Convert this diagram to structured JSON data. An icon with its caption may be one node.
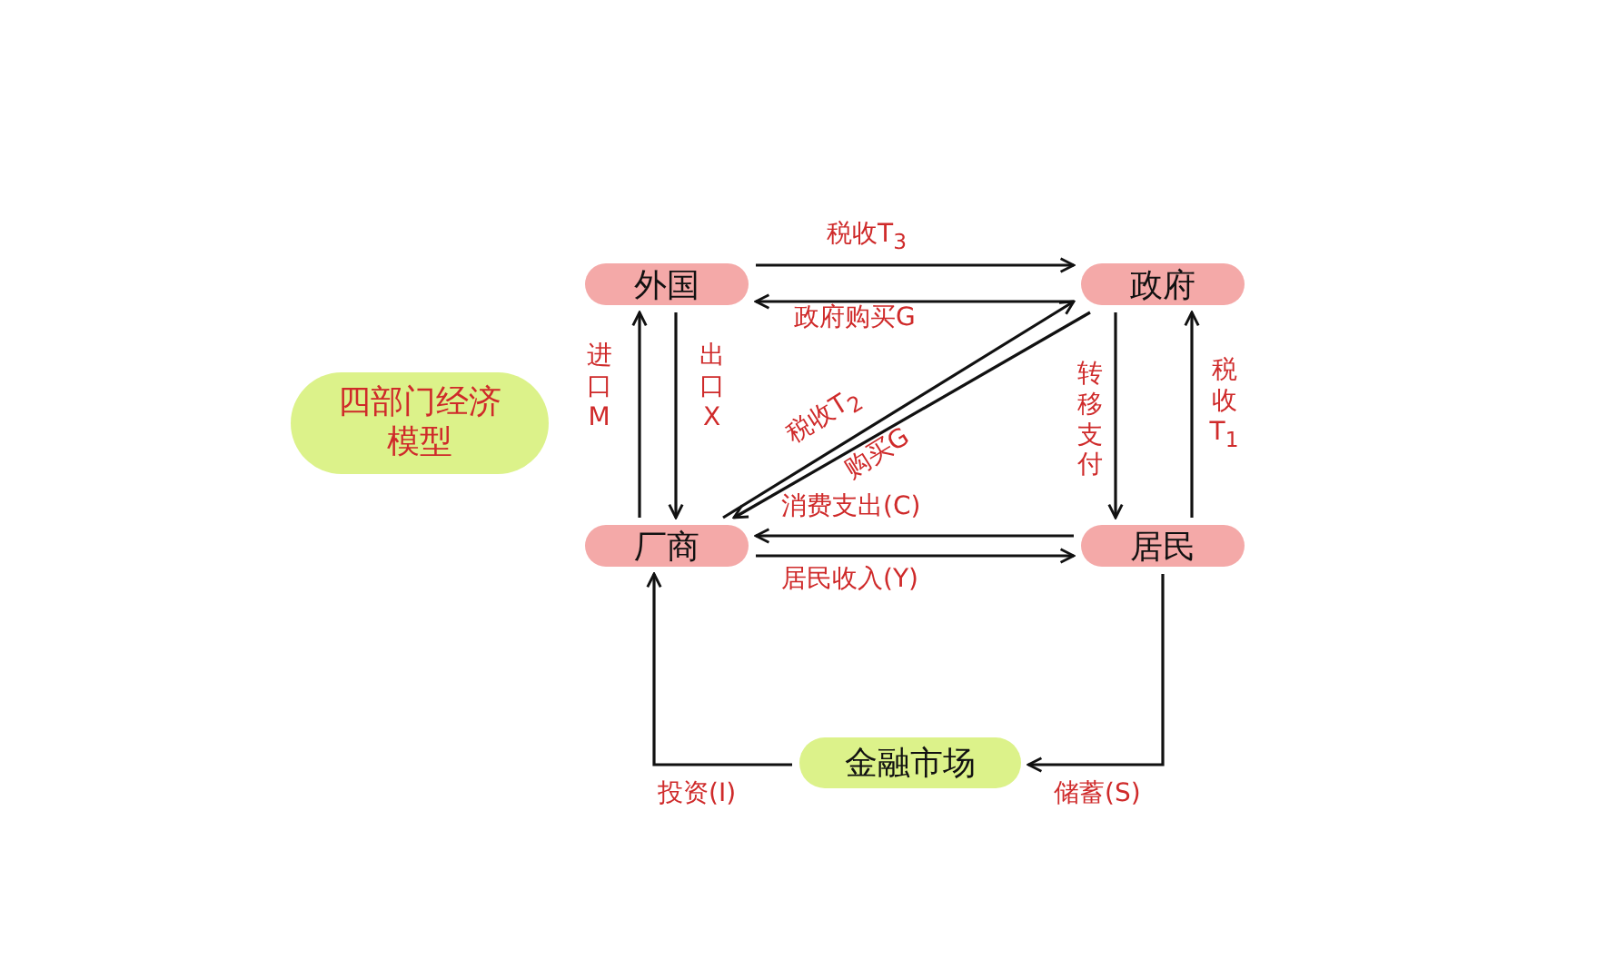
{
  "diagram": {
    "nodes": [
      {
        "text": [
          "外国"
        ]
      },
      {
        "text": [
          "政府"
        ]
      },
      {
        "text": [
          "厂商"
        ]
      },
      {
        "text": [
          "居民"
        ]
      },
      {
        "text": [
          "金融市场"
        ]
      },
      {
        "text": [
          "四部门经济模型"
        ]
      }
    ],
    "edges": [
      {
        "from": 0,
        "to": 1,
        "arrow": "to",
        "label": "税收T$_{3}$"
      },
      {
        "from": 1,
        "to": 0,
        "arrow": "to",
        "label": "政府购买G"
      },
      {
        "from": 2,
        "to": 0,
        "arrow": "to",
        "label": "进口M"
      },
      {
        "from": 0,
        "to": 2,
        "arrow": "to",
        "label": "出口X"
      },
      {
        "from": 2,
        "to": 1,
        "arrow": "to",
        "label": "税收T$_{2}$"
      },
      {
        "from": 1,
        "to": 2,
        "arrow": "to",
        "label": "购买G"
      },
      {
        "from": 1,
        "to": 3,
        "arrow": "to",
        "label": "转移支付"
      },
      {
        "from": 3,
        "to": 1,
        "arrow": "to",
        "label": "税收T$_{1}$"
      },
      {
        "from": 3,
        "to": 2,
        "arrow": "to",
        "label": "消费支出(C)"
      },
      {
        "from": 2,
        "to": 3,
        "arrow": "to",
        "label": "居民收入(Y)"
      },
      {
        "from": 3,
        "to": 4,
        "arrow": "to",
        "label": "储蓄(S)"
      },
      {
        "from": 4,
        "to": 2,
        "arrow": "to",
        "label": "投资(I)"
      }
    ]
  }
}
